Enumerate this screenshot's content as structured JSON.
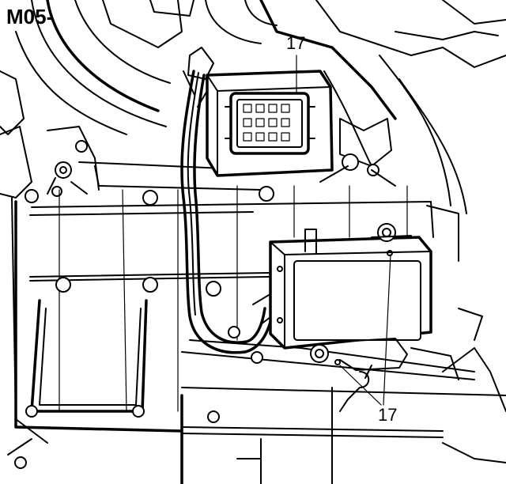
{
  "figure": {
    "code": "M05-",
    "callouts": [
      {
        "id": "connector",
        "label": "17"
      },
      {
        "id": "module",
        "label": "17"
      }
    ]
  }
}
